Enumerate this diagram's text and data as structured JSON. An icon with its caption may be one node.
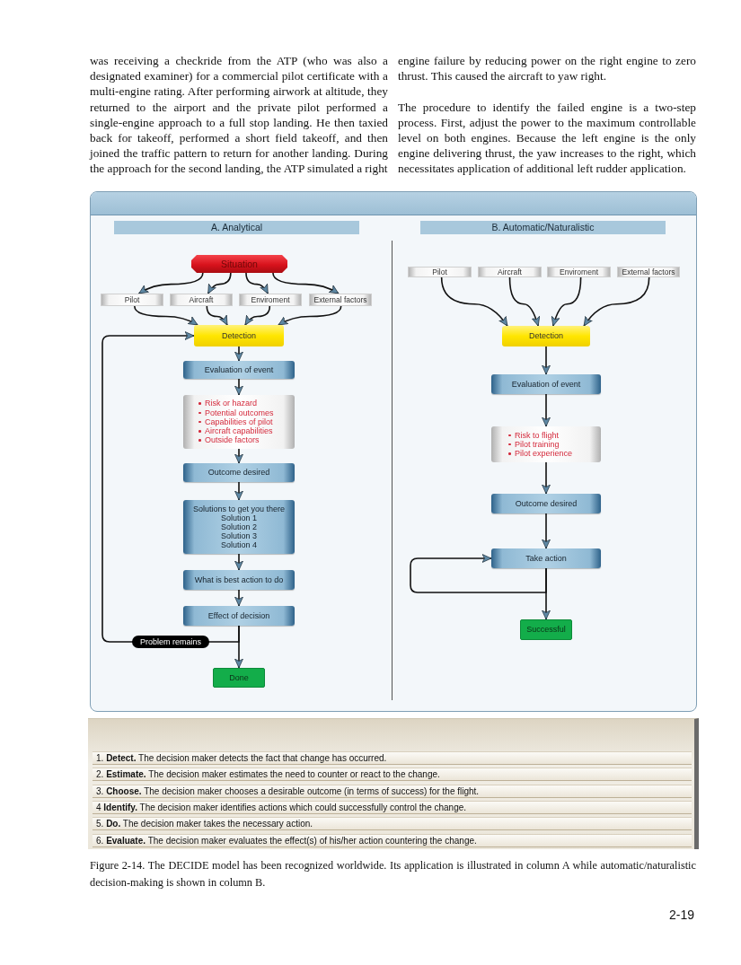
{
  "diagram": {
    "caption": "Figure 2-14. The DECIDE model has been recognized worldwide. Its application is illustrated in column A while automatic/naturalistic decision-making is shown in column B.",
    "nodes": [
      {
        "text": [
          "A. Analytical"
        ]
      },
      {
        "text": [
          "B. Automatic/Naturalistic"
        ]
      },
      {
        "text": [
          "Situation"
        ]
      },
      {
        "text": [
          "Pilot"
        ]
      },
      {
        "text": [
          "Aircraft"
        ]
      },
      {
        "text": [
          "Enviroment"
        ]
      },
      {
        "text": [
          "External factors"
        ]
      },
      {
        "text": [
          "Detection"
        ]
      },
      {
        "text": [
          "Evaluation of event"
        ]
      },
      {
        "text": [
          "Risk or hazard",
          "Potential outcomes",
          "Capabilities of pilot",
          "Aircraft capabilities",
          "Outside factors"
        ]
      },
      {
        "text": [
          "Outcome desired"
        ]
      },
      {
        "text": [
          "Solutions to get you there",
          "Solution 1",
          "Solution 2",
          "Solution 3",
          "Solution 4"
        ]
      },
      {
        "text": [
          "What is best action to do"
        ]
      },
      {
        "text": [
          "Effect of decision"
        ]
      },
      {
        "text": [
          "Done"
        ]
      },
      {
        "text": [
          "Pilot"
        ]
      },
      {
        "text": [
          "Aircraft"
        ]
      },
      {
        "text": [
          "Enviroment"
        ]
      },
      {
        "text": [
          "External factors"
        ]
      },
      {
        "text": [
          "Detection"
        ]
      },
      {
        "text": [
          "Evaluation of event"
        ]
      },
      {
        "text": [
          "Risk to flight",
          "Pilot training",
          "Pilot experience"
        ]
      },
      {
        "text": [
          "Outcome desired"
        ]
      },
      {
        "text": [
          "Take action"
        ]
      },
      {
        "text": [
          "Successful"
        ]
      }
    ],
    "edges": [
      {
        "from": 2,
        "to": 3,
        "arrow": "to"
      },
      {
        "from": 2,
        "to": 4,
        "arrow": "to"
      },
      {
        "from": 2,
        "to": 5,
        "arrow": "to"
      },
      {
        "from": 2,
        "to": 6,
        "arrow": "to"
      },
      {
        "from": 3,
        "to": 7,
        "arrow": "to"
      },
      {
        "from": 4,
        "to": 7,
        "arrow": "to"
      },
      {
        "from": 5,
        "to": 7,
        "arrow": "to"
      },
      {
        "from": 6,
        "to": 7,
        "arrow": "to"
      },
      {
        "from": 7,
        "to": 8,
        "arrow": "to"
      },
      {
        "from": 8,
        "to": 9,
        "arrow": "to"
      },
      {
        "from": 9,
        "to": 10,
        "arrow": "to"
      },
      {
        "from": 10,
        "to": 11,
        "arrow": "to"
      },
      {
        "from": 11,
        "to": 12,
        "arrow": "to"
      },
      {
        "from": 12,
        "to": 13,
        "arrow": "to"
      },
      {
        "from": 13,
        "to": 14,
        "arrow": "to"
      },
      {
        "from": 13,
        "to": 7,
        "arrow": "to",
        "label": "Problem remains"
      },
      {
        "from": 15,
        "to": 19,
        "arrow": "to"
      },
      {
        "from": 16,
        "to": 19,
        "arrow": "to"
      },
      {
        "from": 17,
        "to": 19,
        "arrow": "to"
      },
      {
        "from": 18,
        "to": 19,
        "arrow": "to"
      },
      {
        "from": 19,
        "to": 20,
        "arrow": "to"
      },
      {
        "from": 20,
        "to": 21,
        "arrow": "to"
      },
      {
        "from": 21,
        "to": 22,
        "arrow": "to"
      },
      {
        "from": 22,
        "to": 23,
        "arrow": "to"
      },
      {
        "from": 23,
        "to": 24,
        "arrow": "to"
      },
      {
        "from": 23,
        "to": 23,
        "arrow": "to"
      }
    ],
    "labels": [
      "was receiving a checkride from the ATP (who was also a designated examiner) for a commercial pilot certificate with a multi-engine rating. After performing airwork at altitude, they returned to the airport and the private pilot performed a single-engine approach to a full stop landing. He then taxied back for takeoff, performed a short field takeoff, and then joined the traffic pattern to return for another landing. During the approach for the second landing, the ATP simulated a right",
      "engine failure by reducing power on the right engine to zero thrust. This caused the aircraft to yaw right.",
      "The procedure to identify the failed engine is a two-step process. First, adjust the power to the maximum controllable level on both engines. Because the left engine is the only engine delivering thrust, the yaw increases to the right, which necessitates application of additional left rudder application.",
      "1. **Detect.** The decision maker detects the fact that change has occurred.",
      "2. **Estimate.** The decision maker estimates the need to counter or react to the change.",
      "3. **Choose.** The decision maker chooses a desirable outcome (in terms of success) for the flight.",
      "4 **Identify.** The decision maker identifies actions which could successfully control the change.",
      "5. **Do.** The decision maker takes the necessary action.",
      "6. **Evaluate.** The decision maker evaluates the effect(s) of his/her action countering the change.",
      "2-19"
    ]
  }
}
